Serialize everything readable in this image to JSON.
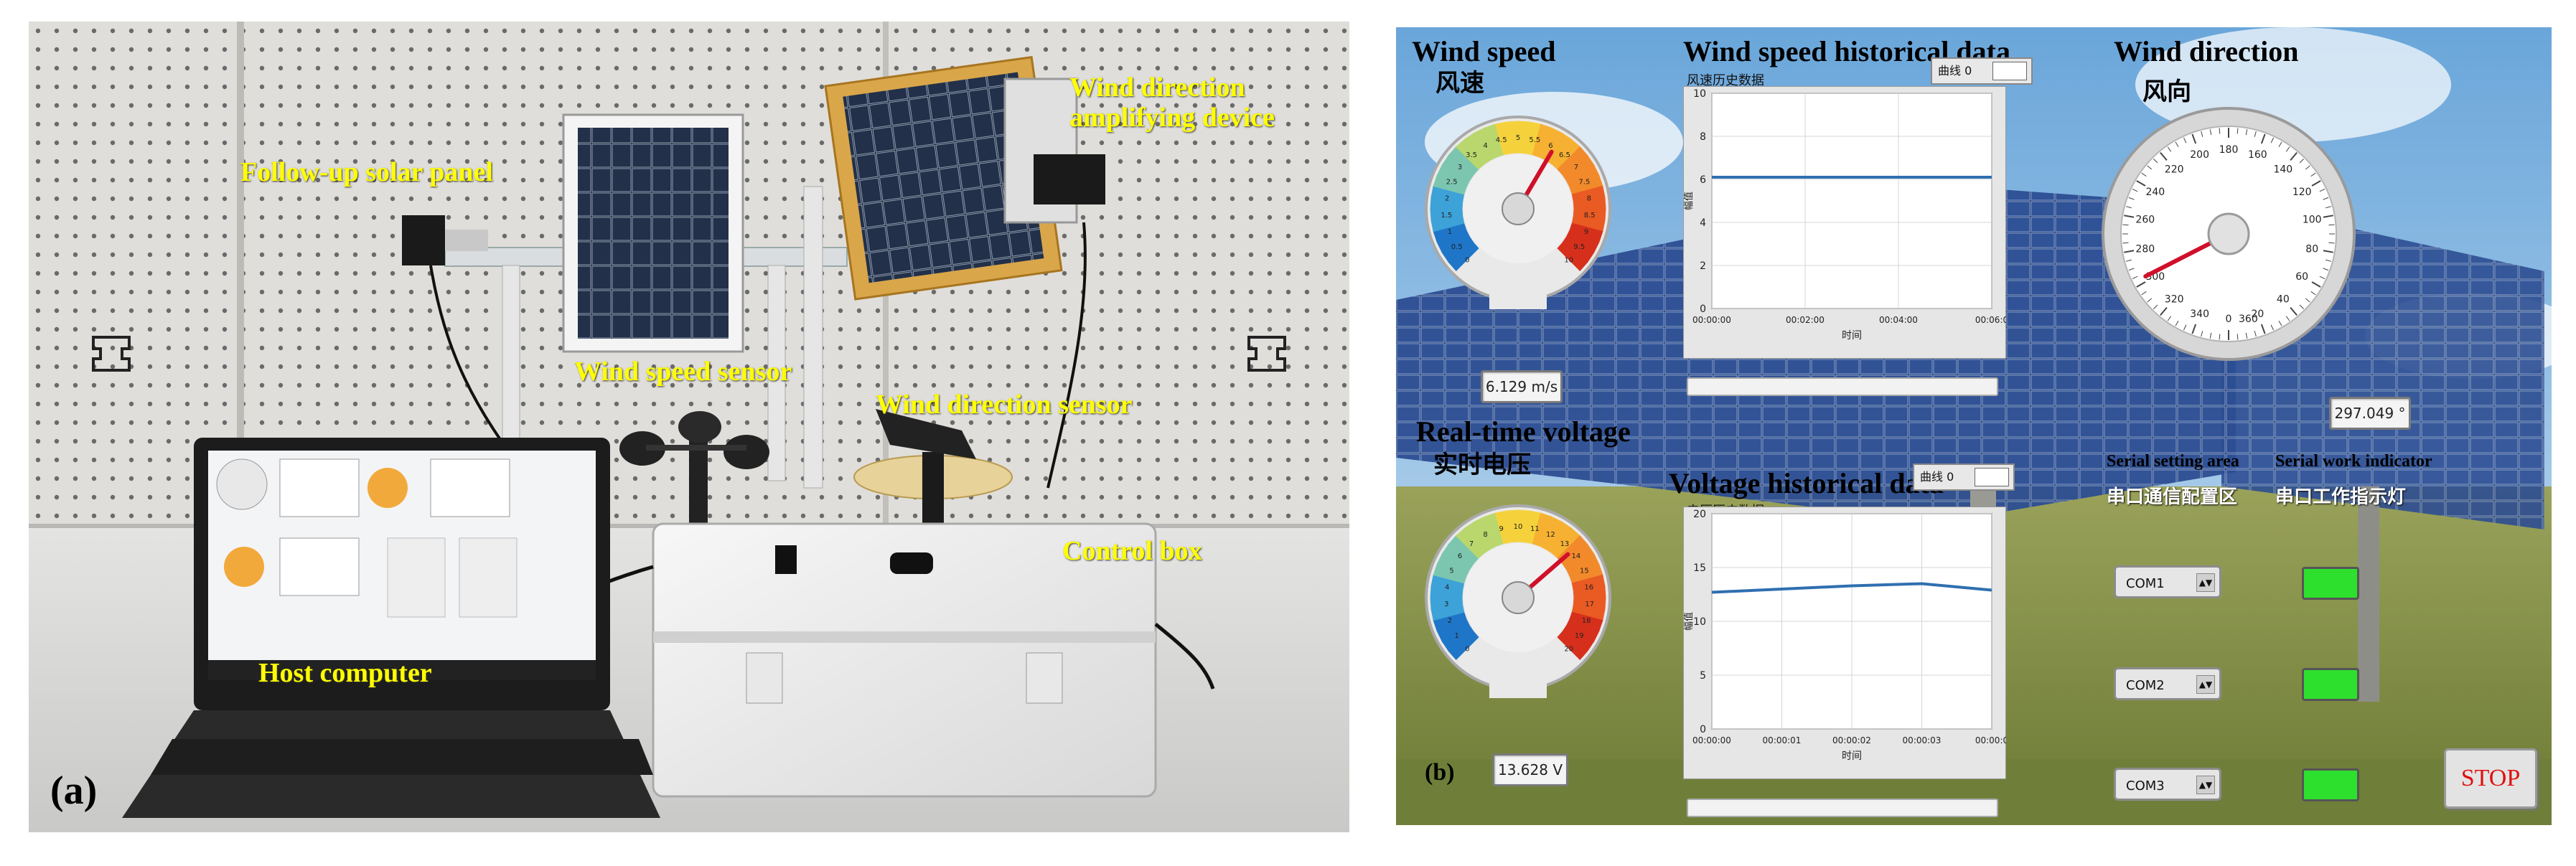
{
  "panel_a": {
    "label": "(a)",
    "annotations": {
      "solar_panel": "Follow-up solar panel",
      "wind_direction_amplifier_line1": "Wind direction",
      "wind_direction_amplifier_line2": "amplifying device",
      "wind_speed_sensor": "Wind speed sensor",
      "wind_direction_sensor": "Wind direction sensor",
      "control_box": "Control box",
      "host_computer": "Host computer"
    }
  },
  "panel_b": {
    "label": "(b)",
    "wind_speed": {
      "title": "Wind speed",
      "title_cn": "风速",
      "readout": "6.129 m/s",
      "value": 6.129,
      "gauge_min": 0,
      "gauge_max": 10,
      "gauge_ticks": [
        "0",
        "0.5",
        "1",
        "1.5",
        "2",
        "2.5",
        "3",
        "3.5",
        "4",
        "4.5",
        "5",
        "5.5",
        "6",
        "6.5",
        "7",
        "7.5",
        "8",
        "8.5",
        "9",
        "9.5",
        "10"
      ]
    },
    "wind_speed_history": {
      "title": "Wind speed historical data",
      "subtitle_cn": "风速历史数据",
      "legend": "曲线 0",
      "y_label": "幅值",
      "x_label": "时间",
      "y_ticks": [
        "0",
        "2",
        "4",
        "6",
        "8",
        "10"
      ],
      "x_ticks": [
        "00:00:00",
        "00:02:00",
        "00:04:00",
        "00:06:0"
      ]
    },
    "wind_direction": {
      "title": "Wind direction",
      "title_cn": "风向",
      "readout": "297.049 °",
      "value": 297.049,
      "ticks": [
        "0",
        "20",
        "40",
        "60",
        "80",
        "100",
        "120",
        "140",
        "160",
        "180",
        "200",
        "220",
        "240",
        "260",
        "280",
        "300",
        "320",
        "340",
        "360"
      ]
    },
    "voltage": {
      "title": "Real-time voltage",
      "title_cn": "实时电压",
      "readout": "13.628 V",
      "value": 13.628,
      "gauge_min": 0,
      "gauge_max": 20,
      "gauge_ticks": [
        "0",
        "1",
        "2",
        "3",
        "4",
        "5",
        "6",
        "7",
        "8",
        "9",
        "10",
        "11",
        "12",
        "13",
        "14",
        "15",
        "16",
        "17",
        "18",
        "19",
        "20"
      ]
    },
    "voltage_history": {
      "title": "Voltage historical data",
      "subtitle_cn": "电压历史数据",
      "legend": "曲线 0",
      "y_label": "幅值",
      "x_label": "时间",
      "y_ticks": [
        "0",
        "5",
        "10",
        "15",
        "20"
      ],
      "x_ticks": [
        "00:00:00",
        "00:00:01",
        "00:00:02",
        "00:00:03",
        "00:00:0"
      ]
    },
    "serial_setting": {
      "title": "Serial setting area",
      "title_cn": "串口通信配置区",
      "ports": [
        "COM1",
        "COM2",
        "COM3"
      ]
    },
    "serial_indicator": {
      "title": "Serial work indicator",
      "title_cn": "串口工作指示灯"
    },
    "stop_label": "STOP",
    "colors": {
      "led_on": "#2ee02e",
      "needle": "#d0102a",
      "plot_line": "#2f6fb0",
      "stop_text": "#e01010"
    }
  }
}
